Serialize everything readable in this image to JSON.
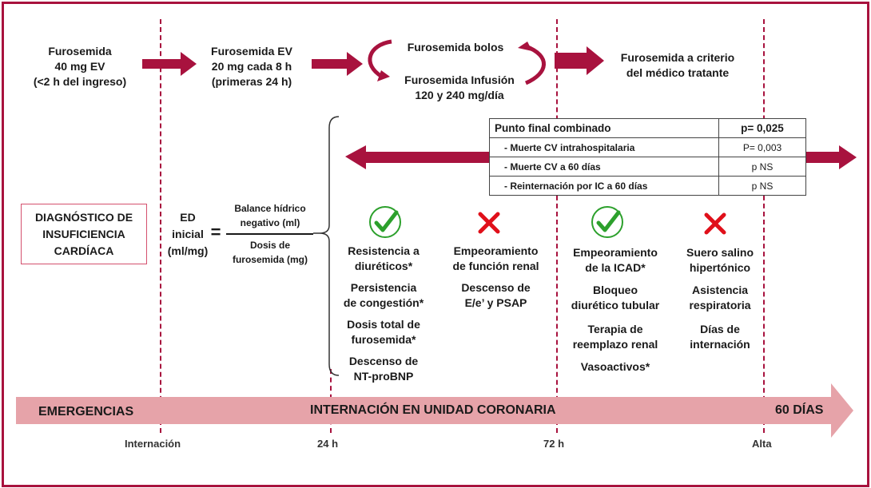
{
  "top_row": {
    "step1": "Furosemida\n40 mg EV\n(<2 h del ingreso)",
    "step2": "Furosemida  EV\n20 mg cada 8 h\n(primeras 24 h)",
    "step3_bolos": "Furosemida bolos",
    "step3_infusion": "Furosemida Infusión\n120  y 240 mg/día",
    "step4": "Furosemida a criterio\ndel médico tratante"
  },
  "endpoint_table": {
    "rows": [
      {
        "label": "Punto final combinado",
        "value": "p= 0,025"
      },
      {
        "label": "- Muerte CV intrahospitalaria",
        "value": "P= 0,003"
      },
      {
        "label": "- Muerte CV a 60 días",
        "value": "p NS"
      },
      {
        "label": "- Reinternación por IC a 60 días",
        "value": "p NS"
      }
    ]
  },
  "diagnosis_box": "DIAGNÓSTICO DE\nINSUFICIENCIA\nCARDÍACA",
  "formula": {
    "lhs": "ED\ninicial\n(ml/mg)",
    "equals": "=",
    "numerator": "Balance hídrico\nnegativo (ml)",
    "denominator": "Dosis de\nfurosemida (mg)"
  },
  "columns": {
    "col1": {
      "status": "check",
      "items": [
        "Resistencia a\ndiuréticos*",
        "Persistencia\nde congestión*",
        "Dosis total de\nfurosemida*",
        "Descenso de\nNT-proBNP"
      ]
    },
    "col2": {
      "status": "cross",
      "items": [
        "Empeoramiento\nde función renal",
        "Descenso de\nE/e’ y PSAP"
      ]
    },
    "col3": {
      "status": "check",
      "items": [
        "Empeoramiento\nde la ICAD*",
        "Bloqueo\ndiurético tubular",
        "Terapia de\nreemplazo renal",
        "Vasoactivos*"
      ]
    },
    "col4": {
      "status": "cross",
      "items": [
        "Suero salino\nhipertónico",
        "Asistencia\nrespiratoria",
        "Días de\ninternación"
      ]
    }
  },
  "timeline": {
    "emergencias": "EMERGENCIAS",
    "internacion_unidad": "INTERNACIÓN EN UNIDAD CORONARIA",
    "dias60": "60 DÍAS",
    "ticks": [
      "Internación",
      "24 h",
      "72 h",
      "Alta"
    ]
  },
  "colors": {
    "brand_red": "#a8123e",
    "timeline_pink": "#e6a3a9",
    "check_green": "#2ca02c",
    "cross_red": "#e0101a"
  }
}
